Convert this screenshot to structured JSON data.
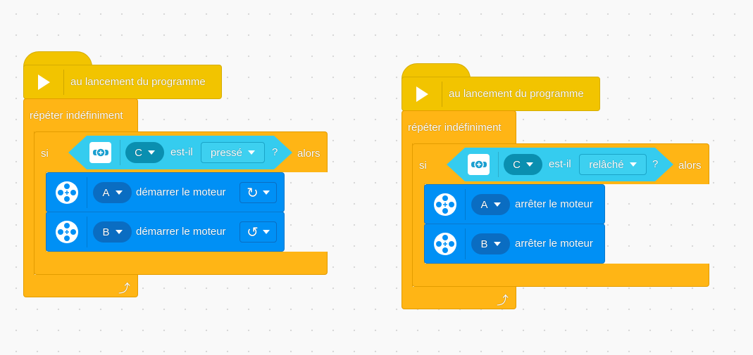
{
  "stacks": [
    {
      "hat_label": "au lancement du programme",
      "repeat_label": "répéter indéfiniment",
      "if_label": "si",
      "then_label": "alors",
      "condition": {
        "port": "C",
        "is_label": "est-il",
        "state": "pressé",
        "question": "?"
      },
      "motors": [
        {
          "port": "A",
          "label": "démarrer le moteur",
          "direction": "clockwise"
        },
        {
          "port": "B",
          "label": "démarrer le moteur",
          "direction": "counterclockwise"
        }
      ]
    },
    {
      "hat_label": "au lancement du programme",
      "repeat_label": "répéter indéfiniment",
      "if_label": "si",
      "then_label": "alors",
      "condition": {
        "port": "C",
        "is_label": "est-il",
        "state": "relâché",
        "question": "?"
      },
      "motors": [
        {
          "port": "A",
          "label": "arrêter le moteur"
        },
        {
          "port": "B",
          "label": "arrêter le moteur"
        }
      ]
    }
  ],
  "colors": {
    "events": "#f2c400",
    "control": "#ffb515",
    "sensor": "#35ccef",
    "motor": "#0090f5"
  }
}
